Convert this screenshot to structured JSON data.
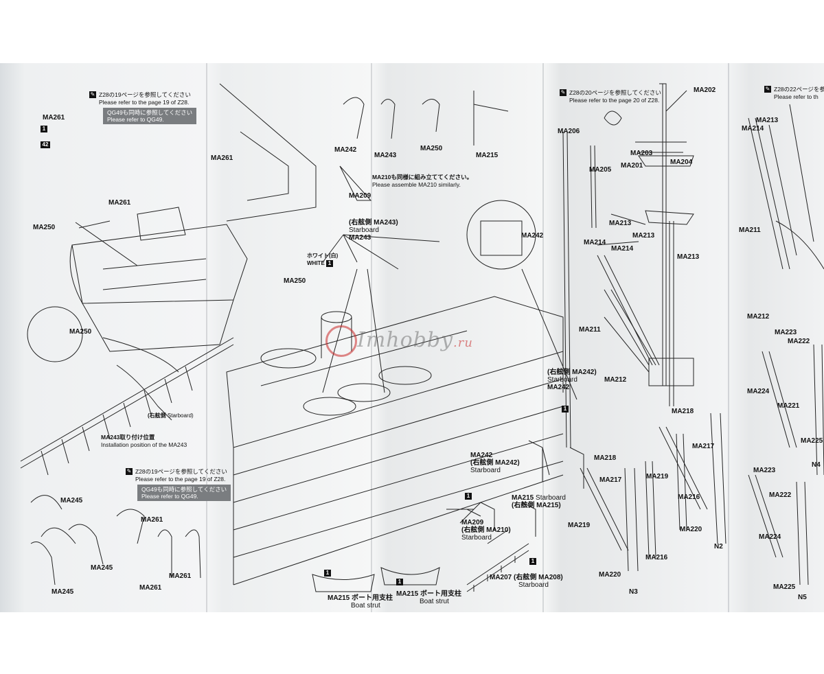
{
  "notes": {
    "p1_ref_jp": "Z28の19ページを参照してください",
    "p1_ref_en": "Please refer to the page 19 of Z28.",
    "p1_qg_jp": "QG49も同時に参照してください",
    "p1_qg_en": "Please refer to QG49.",
    "p1b_ref_jp": "Z28の19ページを参照してください",
    "p1b_ref_en": "Please refer to the page 19 of Z28.",
    "p1b_qg_jp": "QG49も同時に参照してください",
    "p1b_qg_en": "Please refer to QG49.",
    "p3_ref_jp": "Z28の20ページを参照してください",
    "p3_ref_en": "Please refer to the page 20 of Z28.",
    "p4_ref_jp": "Z28の22ページを参",
    "p4_ref_en": "Please refer to th",
    "ma210_jp": "MA210も同様に組み立ててください。",
    "ma210_en": "Please assemble MA210 similarly.",
    "install_jp": "MA243取り付け位置",
    "install_en": "Installation position of the MA243",
    "starboard_jp": "(右舷側",
    "starboard_en": "Starboard)",
    "white_jp": "ホワイト(白)",
    "white_en": "WHITE",
    "boat_strut_jp": "ボート用支柱",
    "boat_strut_en": "Boat strut"
  },
  "badges": {
    "one": "1",
    "fortytwo": "42"
  },
  "parts": {
    "ma261": "MA261",
    "ma250": "MA250",
    "ma242": "MA242",
    "ma243": "MA243",
    "ma215": "MA215",
    "ma209": "MA209",
    "ma210": "MA210",
    "ma207": "MA207",
    "ma208": "MA208",
    "ma245": "MA245",
    "ma202": "MA202",
    "ma203": "MA203",
    "ma204": "MA204",
    "ma201": "MA201",
    "ma205": "MA205",
    "ma206": "MA206",
    "ma213": "MA213",
    "ma214": "MA214",
    "ma211": "MA211",
    "ma212": "MA212",
    "ma218": "MA218",
    "ma217": "MA217",
    "ma219": "MA219",
    "ma216": "MA216",
    "ma220": "MA220",
    "ma223": "MA223",
    "ma222": "MA222",
    "ma224": "MA224",
    "ma221": "MA221",
    "ma225": "MA225",
    "n2": "N2",
    "n3": "N3",
    "n4": "N4",
    "n5": "N5"
  },
  "starboard_labels": {
    "jp": "(右舷側",
    "en": "Starboard",
    "jp_full": "(右舷側 Starboard)",
    "ma242_sb": "MA242)",
    "ma243_sb": "MA243)",
    "ma215_sb": "MA215)",
    "ma210_sb": "MA210)",
    "ma208_sb": "MA208)"
  },
  "watermark": {
    "text": "Imhobby",
    "suffix": ".ru"
  }
}
